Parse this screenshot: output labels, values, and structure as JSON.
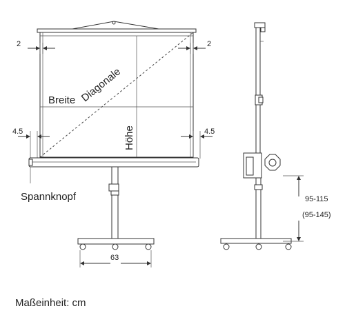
{
  "labels": {
    "breite": "Breite",
    "diagonale": "Diagonale",
    "hoehe": "Höhe",
    "spannknopf": "Spannknopf",
    "margin_top_left": "2",
    "margin_top_right": "2",
    "margin_side_left": "4.5",
    "margin_side_right": "4.5",
    "base_width": "63",
    "height_range": "95-115",
    "height_range_alt": "(95-145)",
    "unit_note": "Maßeinheit: cm"
  }
}
